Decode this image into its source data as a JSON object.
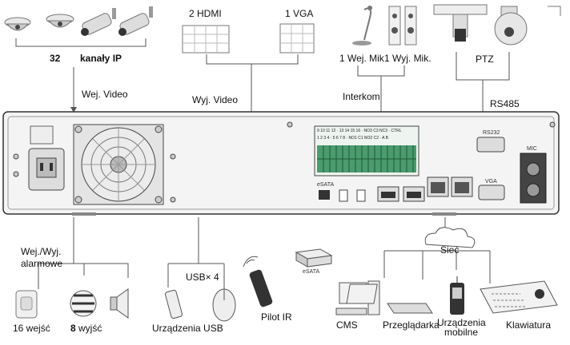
{
  "top": {
    "ip_count": "32",
    "ip_channels": "kanały IP",
    "video_in": "Wej. Video",
    "hdmi_count": "2 HDMI",
    "vga_count": "1 VGA",
    "video_out": "Wyj. Video",
    "mic_in": "1 Wej. Mik",
    "mic_out": "1 Wyj. Mik.",
    "intercom": "Interkom",
    "ptz": "PTZ",
    "rs485": "RS485"
  },
  "panel": {
    "rs232": "RS232",
    "vga_port": "VGA",
    "esata_port": "eSATA",
    "mic_port": "MIC",
    "alarm_row_top": "9 10 11 12 · 13 14 15 16 · NO3 C3 NC3 · CTRL",
    "alarm_row_bottom": "1 2 3 4 · 5 6 7 8 · NO1 C1 NO2 C2 · A B"
  },
  "bottom": {
    "alarm_io": "Wej./Wyj. alarmowe",
    "inputs_16": "16 wejść",
    "outputs_count": "8",
    "outputs_word": "wyjść",
    "usb_count": "USB× 4",
    "usb_devices": "Urządzenia USB",
    "ir_remote": "Pilot IR",
    "esata": "eSATA",
    "network": "Sieć",
    "cms": "CMS",
    "browser": "Przeglądarka",
    "mobile": "Urządzenia mobilne",
    "keyboard": "Klawiatura"
  },
  "colors": {
    "line": "#555555",
    "panel_fill": "#f4f4f4",
    "terminal_green": "#2e8b57",
    "dark": "#222222"
  }
}
